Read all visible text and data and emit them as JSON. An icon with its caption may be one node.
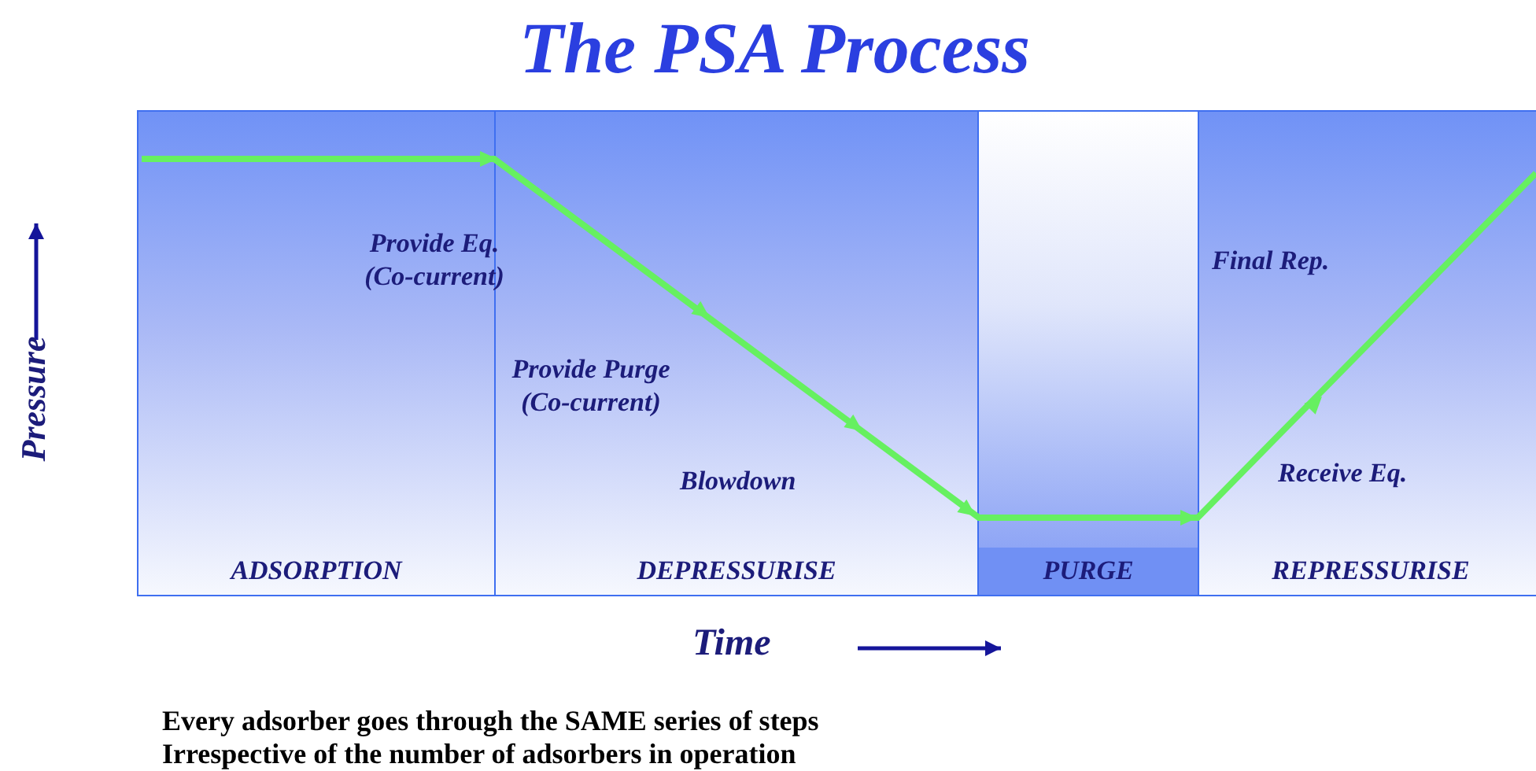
{
  "diagram": {
    "title": "The PSA Process",
    "nodes": [
      {
        "text": [
          "ADSORPTION"
        ]
      },
      {
        "text": [
          "DEPRESSURISE"
        ]
      },
      {
        "text": [
          "PURGE"
        ]
      },
      {
        "text": [
          "REPRESSURISE"
        ]
      }
    ],
    "labels": [
      "Provide Eq. (Co-current)",
      "Final Rep.",
      "Provide Purge (Co-current)",
      "Blowdown",
      "Receive Eq.",
      "Pressure",
      "Time",
      "Every adsorber goes through the SAME series of steps",
      "Irrespective of the number of adsorbers in operation"
    ]
  }
}
